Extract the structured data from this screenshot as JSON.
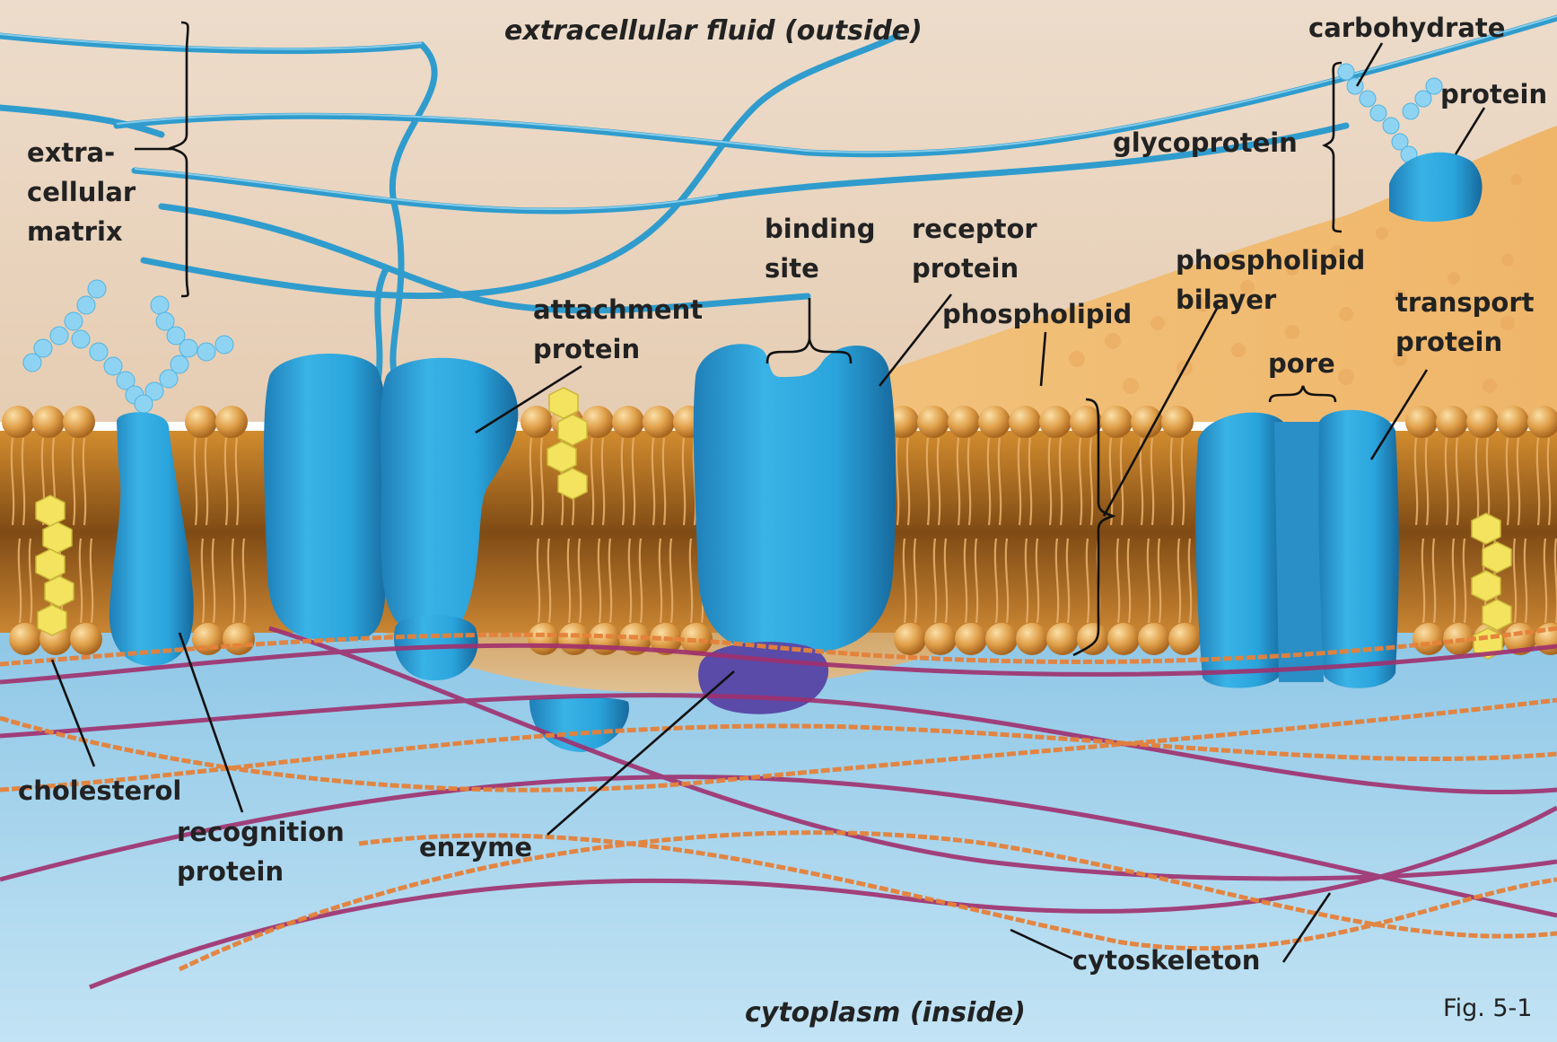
{
  "regions": {
    "outside": "extracellular fluid (outside)",
    "inside": "cytoplasm (inside)"
  },
  "labels": {
    "extracellular_matrix": [
      "extra-",
      "cellular",
      "matrix"
    ],
    "carbohydrate": "carbohydrate",
    "protein": "protein",
    "glycoprotein": "glycoprotein",
    "binding_site": [
      "binding",
      "site"
    ],
    "receptor_protein": [
      "receptor",
      "protein"
    ],
    "phospholipid_bilayer": [
      "phospholipid",
      "bilayer"
    ],
    "attachment_protein": [
      "attachment",
      "protein"
    ],
    "phospholipid": "phospholipid",
    "transport_protein": [
      "transport",
      "protein"
    ],
    "pore": "pore",
    "cholesterol": "cholesterol",
    "recognition_protein": [
      "recognition",
      "protein"
    ],
    "enzyme": "enzyme",
    "cytoskeleton": "cytoskeleton"
  },
  "figure_number": "Fig. 5-1",
  "colors": {
    "extracellular_bg": "#ecd9c4",
    "cytoplasm_bg": "#a9d6ee",
    "lipid_head": "#e2a14a",
    "lipid_tail": "#d79a52",
    "protein_blue": "#2ea5dc",
    "enzyme_purple": "#5a4ba8",
    "cholesterol_yellow": "#f2e25e",
    "matrix_fiber": "#2f9ccd",
    "cytoskeleton_orange": "#e5813a",
    "cytoskeleton_purple": "#a0306e"
  }
}
